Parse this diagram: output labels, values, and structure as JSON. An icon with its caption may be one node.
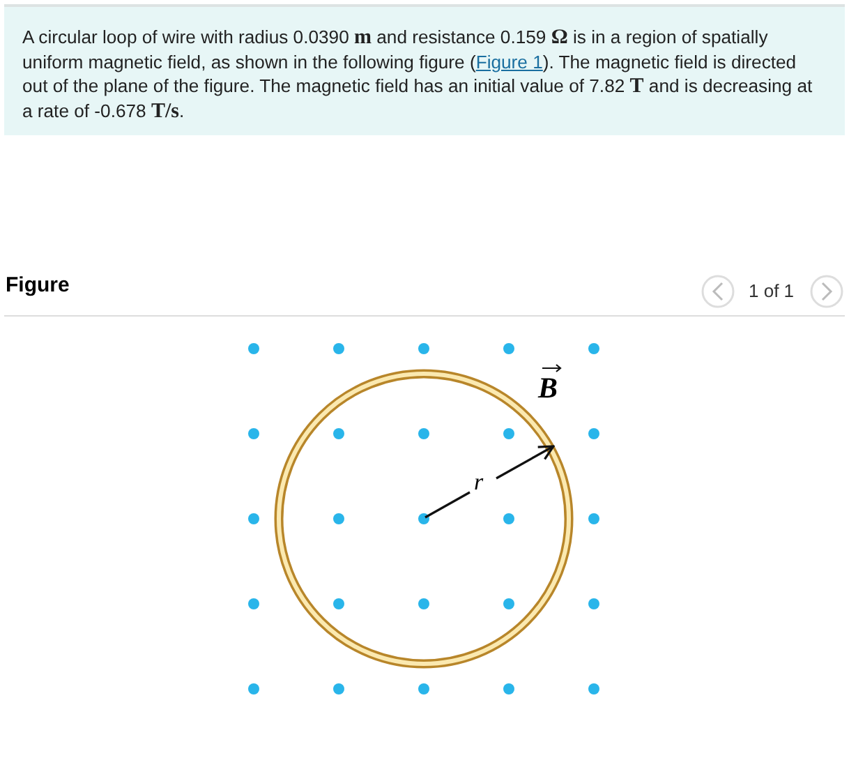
{
  "diagram": {
    "labels": [
      "A circular loop of wire with radius 0.0390 **m** and resistance 0.159 **Ω** is in a region of spatially uniform magnetic field, as shown in the following figure (",
      "Figure 1",
      "). The magnetic field is directed out of the plane of the figure. The magnetic field has an initial value of 7.82 **T** and is decreasing at a rate of -0.678 **T/s**.",
      "Figure",
      "1 of 1",
      "B",
      "r"
    ]
  }
}
